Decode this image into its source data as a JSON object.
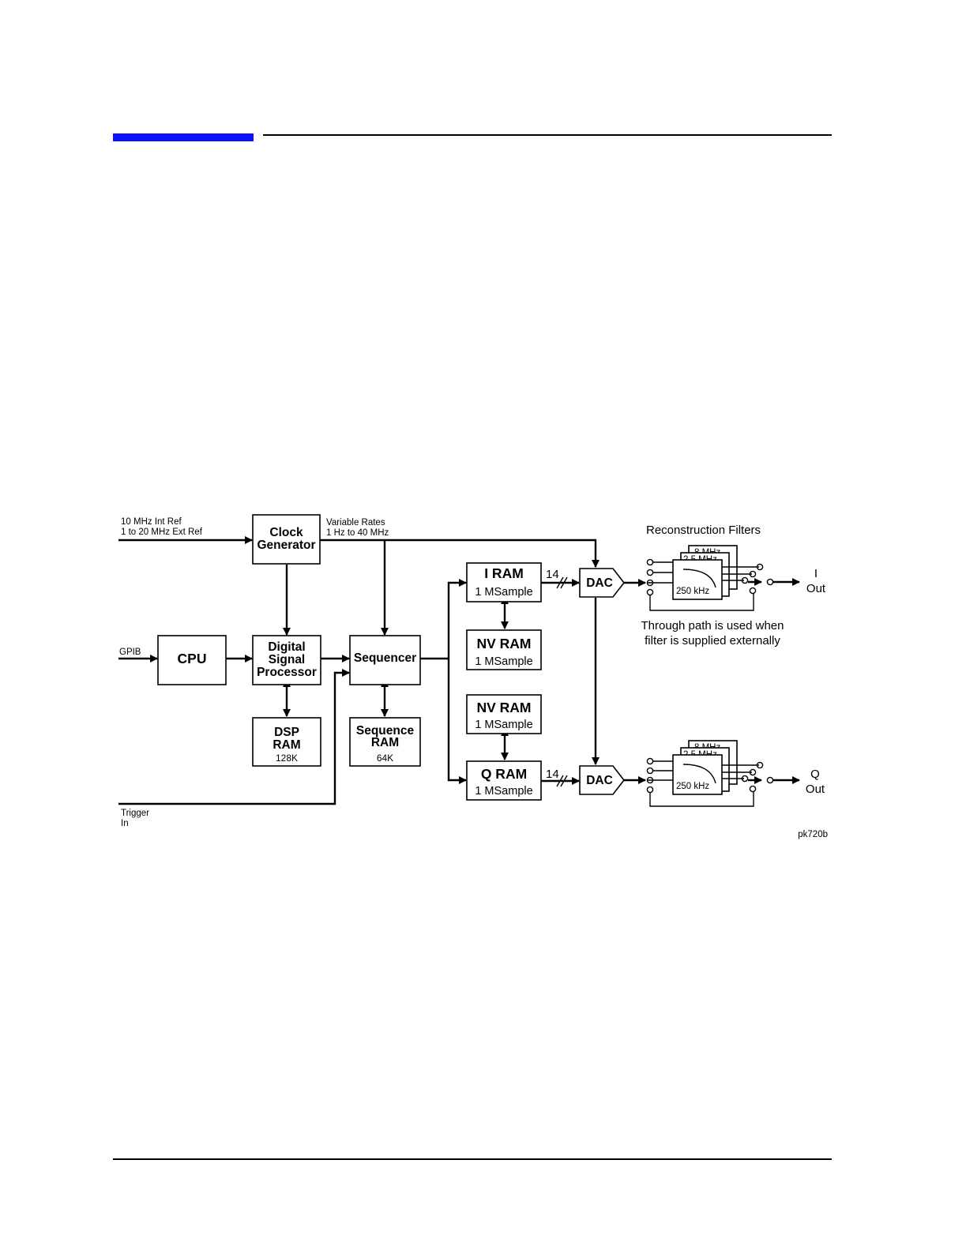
{
  "inputs": {
    "ref_line1": "10 MHz Int Ref",
    "ref_line2": "1 to 20 MHz Ext Ref",
    "gpib": "GPIB",
    "trigger_line1": "Trigger",
    "trigger_line2": "In"
  },
  "clock": {
    "line1": "Clock",
    "line2": "Generator",
    "rates_line1": "Variable Rates",
    "rates_line2": "1 Hz to 40 MHz"
  },
  "cpu": {
    "label": "CPU"
  },
  "dsp": {
    "line1": "Digital",
    "line2": "Signal",
    "line3": "Processor"
  },
  "dsp_ram": {
    "line1": "DSP",
    "line2": "RAM",
    "size": "128K"
  },
  "sequencer": {
    "label": "Sequencer"
  },
  "sequence_ram": {
    "line1": "Sequence",
    "line2": "RAM",
    "size": "64K"
  },
  "i_ram": {
    "title": "I RAM",
    "size": "1 MSample"
  },
  "nv_ram_upper": {
    "title": "NV RAM",
    "size": "1 MSample"
  },
  "nv_ram_lower": {
    "title": "NV RAM",
    "size": "1 MSample"
  },
  "q_ram": {
    "title": "Q RAM",
    "size": "1 MSample"
  },
  "bus_width": "14",
  "dac": {
    "label": "DAC"
  },
  "filters": {
    "title": "Reconstruction Filters",
    "f1": "8 MHz",
    "f2": "2.5 MHz",
    "f3": "250 kHz",
    "note_line1": "Through path is used when",
    "note_line2": "filter is supplied externally"
  },
  "outputs": {
    "i_line1": "I",
    "i_line2": "Out",
    "q_line1": "Q",
    "q_line2": "Out"
  },
  "figure_id": "pk720b"
}
